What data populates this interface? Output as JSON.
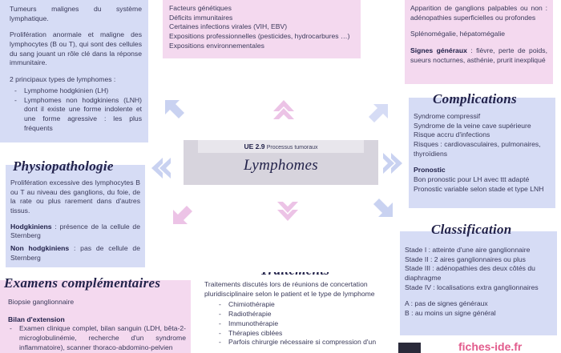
{
  "definition": {
    "para1": "Tumeurs malignes du système lymphatique.",
    "para2": "Prolifération anormale et maligne des lymphocytes (B ou T), qui sont des cellules du sang jouant un rôle clé dans la réponse immunitaire.",
    "para3": "2 principaux types de lymphomes :",
    "types": [
      "Lymphome hodgkinien (LH)",
      "Lymphomes non hodgkiniens (LNH) dont il existe une forme indolente et une forme agressive : les plus fréquents"
    ]
  },
  "facteurs": {
    "items": [
      "Facteurs génétiques",
      "Déficits immunitaires",
      "Certaines infections virales (VIH, EBV)",
      "Expositions professionnelles (pesticides, hydrocarbures …)",
      "Expositions environnementales"
    ]
  },
  "signes": {
    "para1": "Apparition de ganglions palpables ou non : adénopathies superficielles ou profondes",
    "para2": "Splénomégalie, hépatomégalie",
    "generaux_label": "Signes généraux",
    "generaux_text": " : fièvre, perte de poids, sueurs nocturnes, asthénie, prurit inexpliqué"
  },
  "center": {
    "ue": "UE 2.9",
    "processus": "Processus tumoraux",
    "title": "Lymphomes"
  },
  "complications": {
    "title": "Complications",
    "items": [
      "Syndrome compressif",
      "Syndrome de la veine cave supérieure",
      "Risque accru d'infections",
      "Risques : cardiovasculaires, pulmonaires, thyroïdiens"
    ],
    "pronostic_label": "Pronostic",
    "pronostic_items": [
      "Bon pronostic pour LH avec ttt adapté",
      "Pronostic variable selon stade et type LNH"
    ]
  },
  "physiopathologie": {
    "title": "Physiopathologie",
    "para": "Prolifération excessive des lymphocytes B ou T au niveau des ganglions, du foie, de la rate ou plus rarement dans d'autres tissus.",
    "hodgkin_label": "Hodgkiniens",
    "hodgkin_text": " : présence de la cellule de Sternberg",
    "nonhodgkin_label": "Non hodgkiniens",
    "nonhodgkin_text": " : pas de cellule de Sternberg"
  },
  "classification": {
    "title": "Classification",
    "stages": [
      "Stade I : atteinte d'une aire ganglionnaire",
      "Stade II : 2 aires ganglionnaires ou plus",
      "Stade III : adénopathies des deux côtés du diaphragme",
      "Stade IV : localisations extra ganglionnaires"
    ],
    "letters": [
      "A : pas de signes généraux",
      "B : au moins un signe général"
    ]
  },
  "traitements": {
    "title": "Traitements",
    "intro": "Traitements discutés lors de réunions de concertation pluridisciplinaire selon le patient et le type de lymphome",
    "items": [
      "Chimiothérapie",
      "Radiothérapie",
      "Immunothérapie",
      "Thérapies ciblées",
      "Parfois chirurgie nécessaire si compression d'un"
    ]
  },
  "examens": {
    "title": "Examens complémentaires",
    "para1": "Biopsie ganglionnaire",
    "bilan_label": "Bilan d'extension",
    "bilan_items": [
      "Examen clinique complet, bilan sanguin (LDH, bêta-2-microglobulinémie, recherche d'un syndrome inflammatoire), scanner thoraco-abdomino-pelvien"
    ]
  },
  "footer": {
    "brand": "fiches-ide.fr"
  },
  "colors": {
    "blue": "#d6dcf5",
    "pink": "#f4d9ef",
    "grey": "#d7d4dd",
    "arrow_pink": "#ecc3e6",
    "arrow_blue": "#c9d2f1",
    "brand": "#e25b8c"
  }
}
